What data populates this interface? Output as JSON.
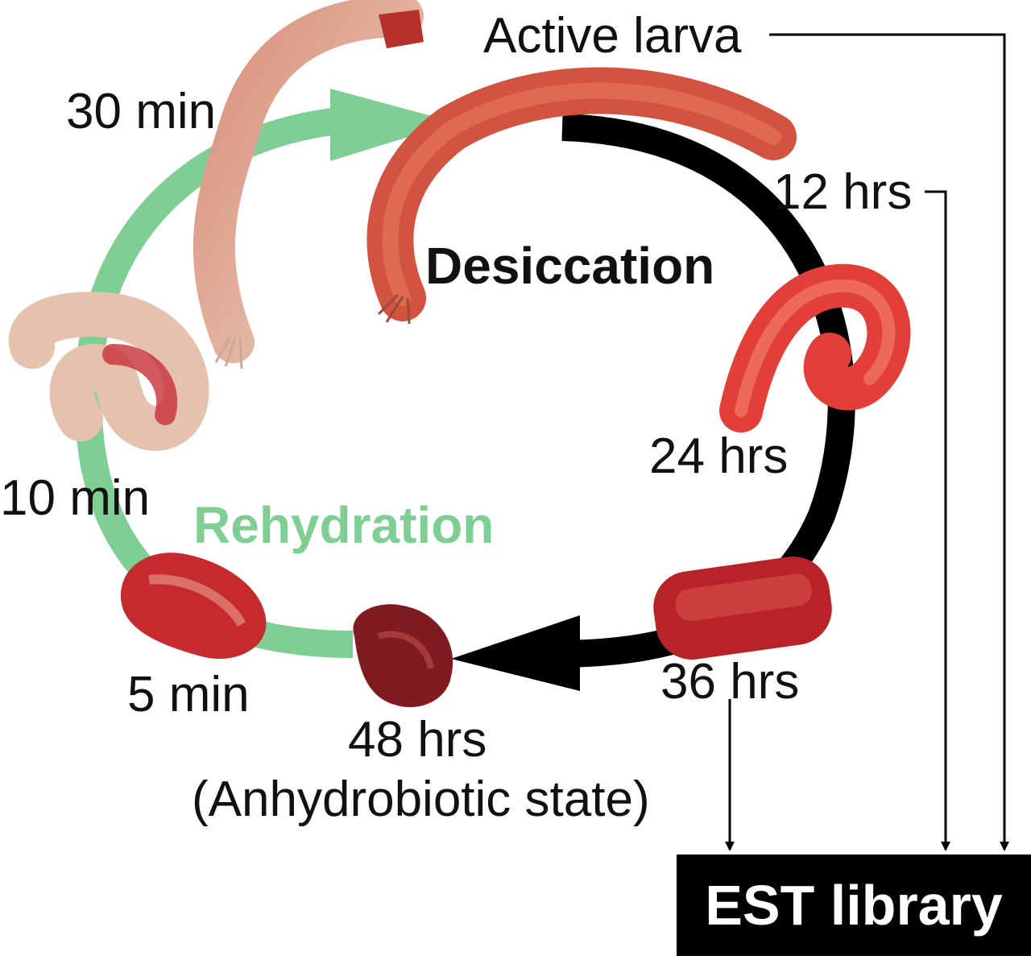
{
  "colors": {
    "desiccation": "#000000",
    "rehydration": "#7fcf95",
    "larva_red": "#c8312c",
    "larva_pale": "#e3b79c",
    "larva_dark": "#8c1f22"
  },
  "phases": {
    "desiccation": "Desiccation",
    "rehydration": "Rehydration"
  },
  "stages": {
    "active": "Active larva",
    "h12": "12 hrs",
    "h24": "24 hrs",
    "h36": "36 hrs",
    "h48": "48 hrs",
    "anhydrobiotic": "(Anhydrobiotic state)",
    "m5": "5 min",
    "m10": "10 min",
    "m30": "30 min"
  },
  "output": {
    "label": "EST library"
  }
}
